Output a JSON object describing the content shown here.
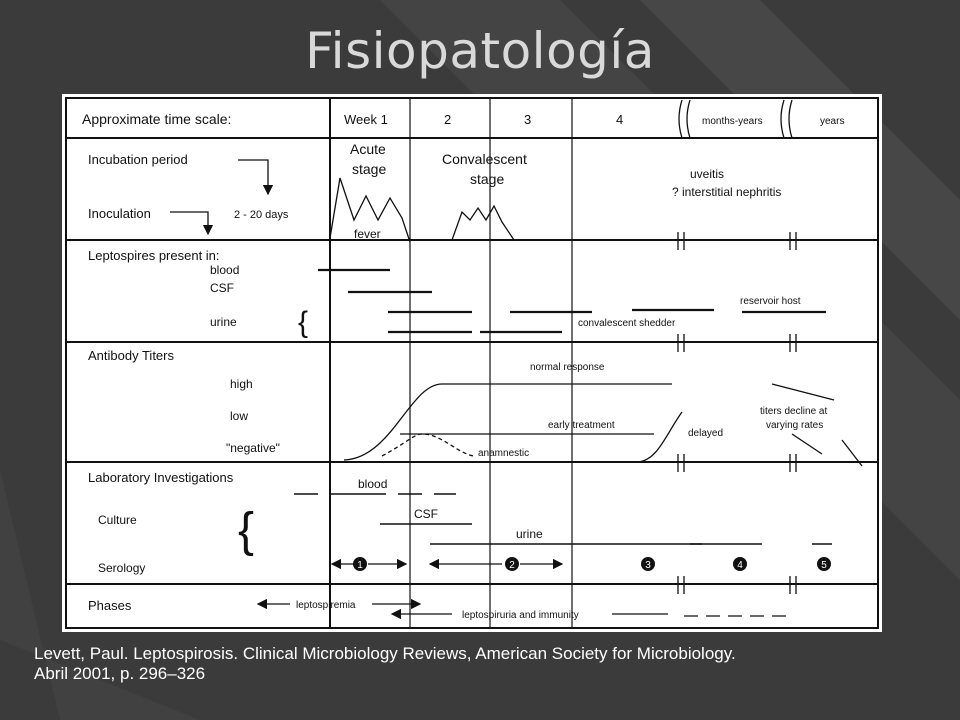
{
  "slide": {
    "title": "Fisiopatología",
    "caption_line1": "Levett, Paul. Leptospirosis. Clinical Microbiology Reviews, American Society for Microbiology.",
    "caption_line2": "Abril 2001, p. 296–326"
  },
  "figure": {
    "rows": {
      "time_scale": "Approximate time scale:",
      "incubation": "Incubation period",
      "inoculation": "Inoculation",
      "leptospires": "Leptospires present in:",
      "antibody": "Antibody Titers",
      "laboratory": "Laboratory Investigations",
      "phases": "Phases"
    },
    "time_columns": [
      "Week 1",
      "2",
      "3",
      "4",
      "months-years",
      "years"
    ],
    "clinical": {
      "days": "2 - 20 days",
      "acute": [
        "Acute",
        "stage"
      ],
      "convalescent": [
        "Convalescent",
        "stage"
      ],
      "fever": "fever",
      "late": [
        "uveitis",
        "? interstitial nephritis"
      ]
    },
    "leptospires": {
      "blood": "blood",
      "csf": "CSF",
      "urine": "urine",
      "shedder": "convalescent shedder",
      "reservoir": "reservoir host"
    },
    "antibody": {
      "high": "high",
      "low": "low",
      "negative": "\"negative\"",
      "normal": "normal response",
      "early": "early treatment",
      "anamnestic": "anamnestic",
      "delayed": "delayed",
      "decline": [
        "titers decline at",
        "varying rates"
      ]
    },
    "lab": {
      "culture": "Culture",
      "serology": "Serology",
      "blood": "blood",
      "csf": "CSF",
      "urine": "urine",
      "steps": [
        "1",
        "2",
        "3",
        "4",
        "5"
      ]
    },
    "phases": {
      "leptospiremia": "leptospiremia",
      "leptospiruria": "leptospiruria and immunity"
    }
  }
}
